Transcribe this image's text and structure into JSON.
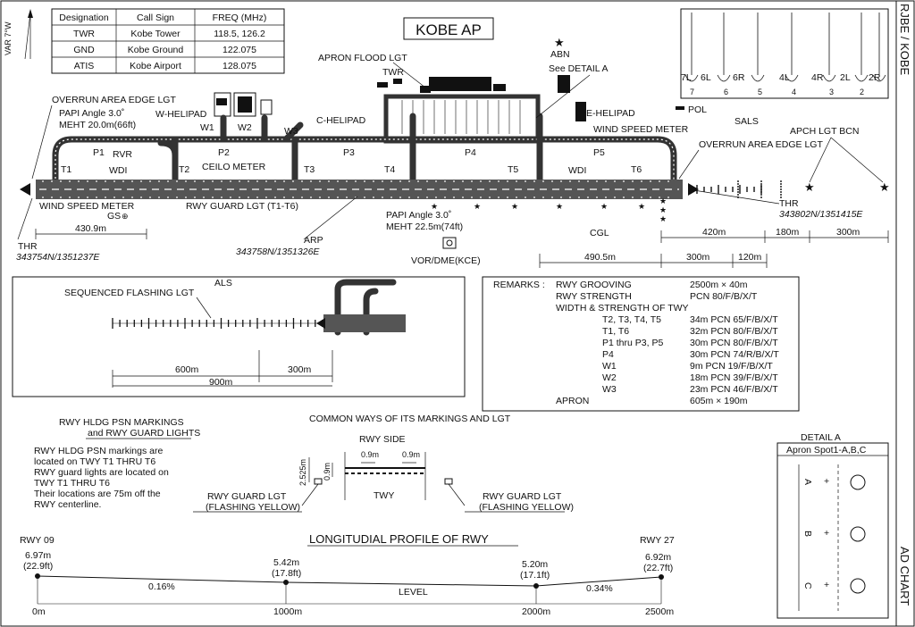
{
  "title": "KOBE AP",
  "side_title": "RJBE / KOBE",
  "ad_chart": "AD CHART",
  "var_label": "VAR 7°W",
  "freq_table": {
    "headers": [
      "Designation",
      "Call Sign",
      "FREQ  (MHz)"
    ],
    "rows": [
      [
        "TWR",
        "Kobe Tower",
        "118.5, 126.2"
      ],
      [
        "GND",
        "Kobe Ground",
        "122.075"
      ],
      [
        "ATIS",
        "Kobe Airport",
        "128.075"
      ]
    ]
  },
  "labels": {
    "apron_flood": "APRON FLOOD LGT",
    "twr": "TWR",
    "abn": "ABN",
    "see_detail": "See DETAIL A",
    "overrun_left": "OVERRUN AREA EDGE LGT",
    "overrun_right": "OVERRUN AREA EDGE LGT",
    "papi_left_1": "PAPI Angle 3.0˚",
    "papi_left_2": "MEHT 20.0m(66ft)",
    "w_helipad": "W-HELIPAD",
    "c_helipad": "C-HELIPAD",
    "e_helipad": "E-HELIPAD",
    "pol": "POL",
    "sals": "SALS",
    "apch_lgt": "APCH LGT BCN",
    "wind_speed_right": "WIND SPEED METER",
    "wind_speed_left": "WIND SPEED METER",
    "ceilo": "CEILO METER",
    "rvr": "RVR",
    "wdi_left": "WDI",
    "wdi_right": "WDI",
    "gs": "GS",
    "rwy_guard": "RWY GUARD LGT (T1-T6)",
    "thr_left": "THR",
    "thr_left_coord": "343754N/1351237E",
    "thr_right": "THR",
    "thr_right_coord": "343802N/1351415E",
    "arp": "ARP",
    "arp_coord": "343758N/1351326E",
    "papi_right_1": "PAPI Angle 3.0˚",
    "papi_right_2": "MEHT 22.5m(74ft)",
    "vor": "VOR/DME(KCE)",
    "cgl": "CGL"
  },
  "taxiways": [
    "T1",
    "T2",
    "T3",
    "T4",
    "T5",
    "T6",
    "P1",
    "P2",
    "P3",
    "P4",
    "P5",
    "W1",
    "W2",
    "W3"
  ],
  "stands": [
    "7L",
    "6L",
    "6R",
    "4L",
    "4R",
    "2L",
    "2R",
    "7",
    "6",
    "5",
    "4",
    "3",
    "2"
  ],
  "dimensions": {
    "d430": "430.9m",
    "d4905": "490.5m",
    "d300a": "300m",
    "d120": "120m",
    "d420": "420m",
    "d180": "180m",
    "d300b": "300m"
  },
  "als": {
    "title": "ALS",
    "sfl": "SEQUENCED FLASHING LGT",
    "d600": "600m",
    "d300": "300m",
    "d900": "900m"
  },
  "remarks": {
    "head": "REMARKS :",
    "rows": [
      [
        "RWY GROOVING",
        "2500m × 40m"
      ],
      [
        "RWY STRENGTH",
        "PCN 80/F/B/X/T"
      ],
      [
        "WIDTH & STRENGTH OF TWY",
        ""
      ],
      [
        "T2, T3, T4, T5",
        "34m PCN 65/F/B/X/T"
      ],
      [
        "T1, T6",
        "32m PCN 80/F/B/X/T"
      ],
      [
        "P1  thru P3, P5",
        "30m PCN 80/F/B/X/T"
      ],
      [
        "P4",
        "30m PCN 74/R/B/X/T"
      ],
      [
        "W1",
        "9m PCN 19/F/B/X/T"
      ],
      [
        "W2",
        "18m PCN 39/F/B/X/T"
      ],
      [
        "W3",
        "23m PCN 46/F/B/X/T"
      ],
      [
        "APRON",
        "605m × 190m"
      ]
    ]
  },
  "hldg": {
    "title1": "RWY HLDG PSN MARKINGS",
    "title2": "and RWY GUARD LIGHTS",
    "lines": [
      "RWY HLDG PSN markings are",
      "located on TWY T1 THRU T6",
      "RWY guard lights are located on",
      "TWY T1 THRU T6",
      "Their locations are 75m off the",
      "RWY centerline."
    ]
  },
  "common": {
    "title": "COMMON WAYS OF ITS MARKINGS AND LGT",
    "rwy_side": "RWY SIDE",
    "d09a": "0.9m",
    "d09b": "0.9m",
    "d2525": "2.525m",
    "d09v": "0.9m",
    "twy": "TWY",
    "guard_l1": "RWY GUARD LGT",
    "guard_l2": "(FLASHING YELLOW)",
    "guard_r1": "RWY GUARD LGT",
    "guard_r2": "(FLASHING YELLOW)"
  },
  "detail": {
    "title": "DETAIL A",
    "sub": "Apron Spot1-A,B,C",
    "spots": [
      "A",
      "B",
      "C"
    ]
  },
  "profile": {
    "title": "LONGITUDIAL PROFILE OF RWY",
    "rwy09": "RWY 09",
    "rwy27": "RWY 27",
    "level": "LEVEL",
    "points": [
      {
        "dist": "0m",
        "elev": "6.97m",
        "ft": "(22.9ft)"
      },
      {
        "dist": "1000m",
        "elev": "5.42m",
        "ft": "(17.8ft)"
      },
      {
        "dist": "2000m",
        "elev": "5.20m",
        "ft": "(17.1ft)"
      },
      {
        "dist": "2500m",
        "elev": "6.92m",
        "ft": "(22.7ft)"
      }
    ],
    "slopes": [
      "0.16%",
      "0.34%"
    ]
  }
}
